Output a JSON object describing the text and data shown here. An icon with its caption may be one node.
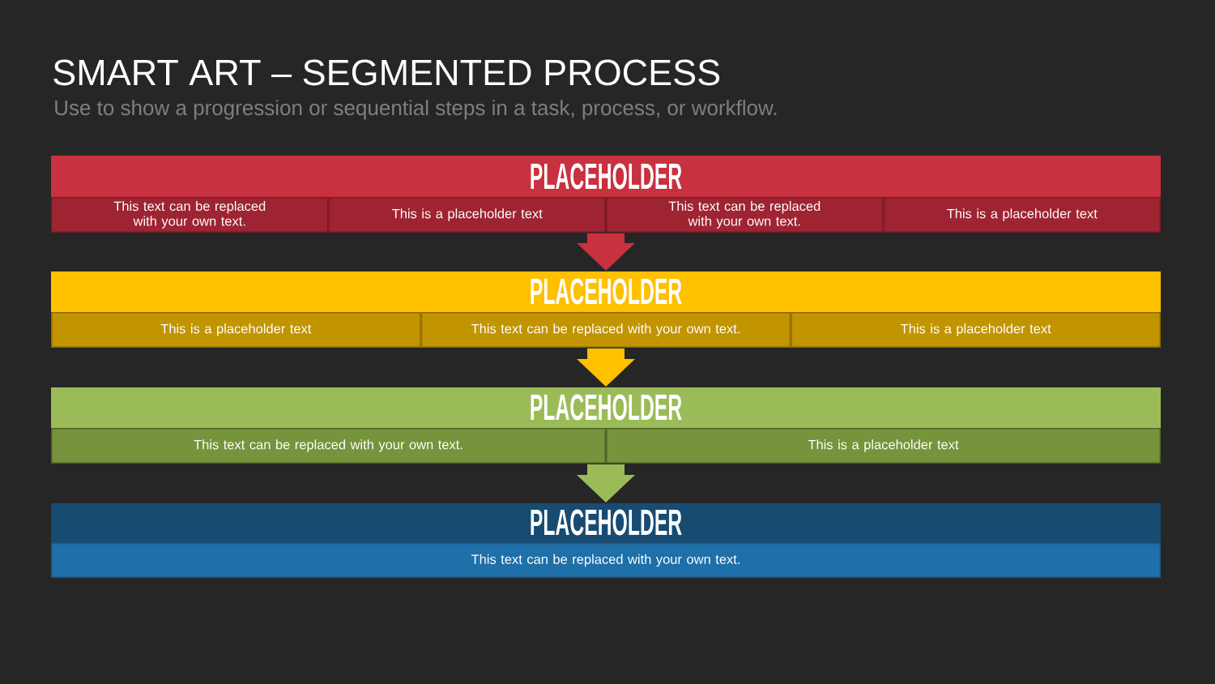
{
  "diagram": {
    "title": "SMART ART – SEGMENTED PROCESS",
    "nodes": [
      {
        "text": [
          "PLACEHOLDER"
        ]
      },
      {
        "text": [
          "This text can be replaced with your own text."
        ],
        "in": 0
      },
      {
        "text": [
          "This is a placeholder text"
        ],
        "in": 0
      },
      {
        "text": [
          "This text can be replaced with your own text."
        ],
        "in": 0
      },
      {
        "text": [
          "This is a placeholder text"
        ],
        "in": 0
      },
      {
        "text": [
          "PLACEHOLDER"
        ]
      },
      {
        "text": [
          "This is a placeholder text"
        ],
        "in": 5
      },
      {
        "text": [
          "This text can be replaced with your own text."
        ],
        "in": 5
      },
      {
        "text": [
          "This is a placeholder text"
        ],
        "in": 5
      },
      {
        "text": [
          "PLACEHOLDER"
        ]
      },
      {
        "text": [
          "This text can be replaced with your own text."
        ],
        "in": 9
      },
      {
        "text": [
          "This is a placeholder text"
        ],
        "in": 9
      },
      {
        "text": [
          "PLACEHOLDER"
        ]
      },
      {
        "text": [
          "This text can be replaced with your own text."
        ],
        "in": 12
      }
    ],
    "edges": [
      {
        "from": 0,
        "to": 5,
        "arrow": "to",
        "color": "#c8313f"
      },
      {
        "from": 5,
        "to": 9,
        "arrow": "to",
        "color": "#ffc000"
      },
      {
        "from": 9,
        "to": 12,
        "arrow": "to",
        "color": "#9bbb59"
      }
    ],
    "labels": [
      "Use to show a progression or sequential steps in a task, process, or workflow."
    ]
  }
}
